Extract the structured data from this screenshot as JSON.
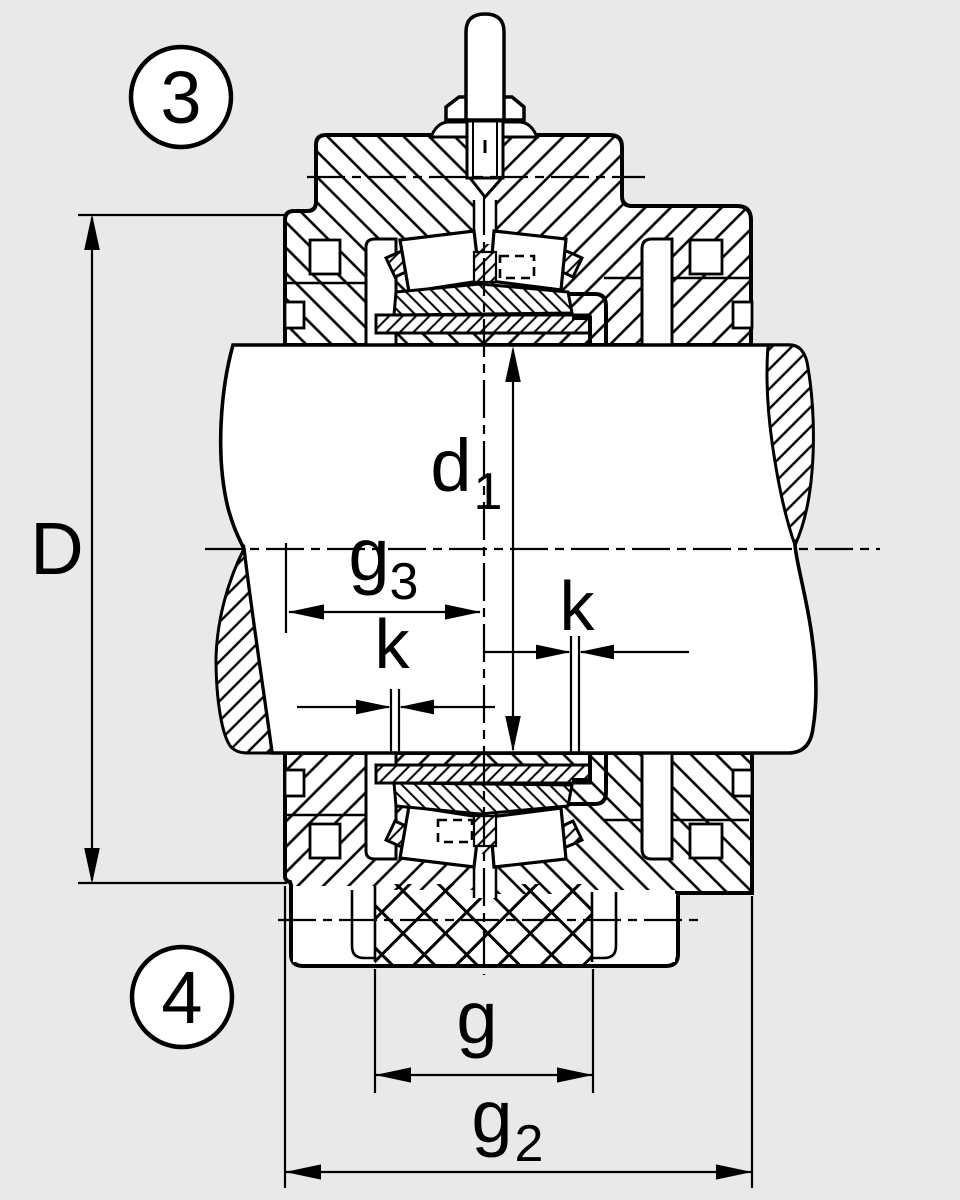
{
  "figure": {
    "colors": {
      "background": "#e9e9e9",
      "line": "#000000",
      "fill": "#ffffff"
    },
    "callouts": [
      {
        "number": "3"
      },
      {
        "number": "4"
      }
    ],
    "dimensions": {
      "D": {
        "label": "D"
      },
      "d1": {
        "main": "d",
        "sub": "1"
      },
      "g3": {
        "main": "g",
        "sub": "3"
      },
      "k_left": {
        "label": "k"
      },
      "k_right": {
        "label": "k"
      },
      "g": {
        "label": "g"
      },
      "g2": {
        "main": "g",
        "sub": "2"
      }
    }
  }
}
